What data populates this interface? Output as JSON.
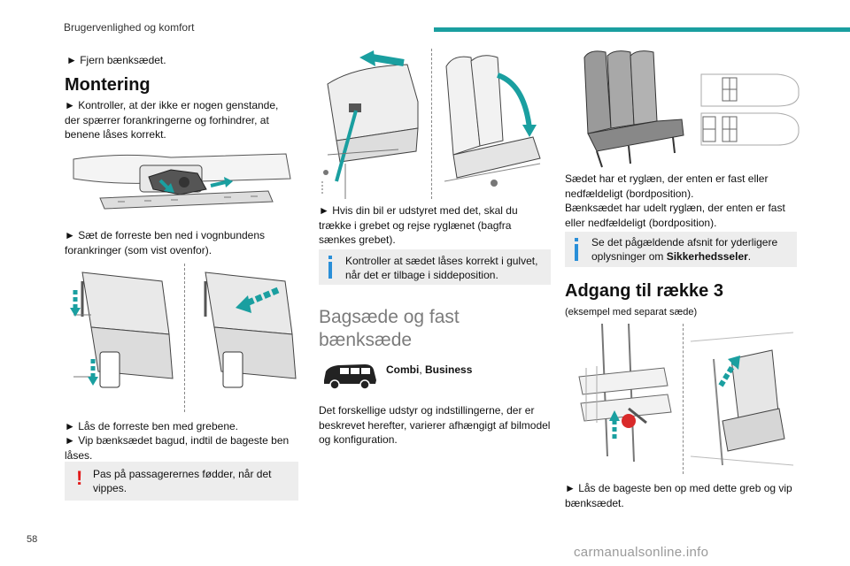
{
  "header": {
    "section": "Brugervenlighed og komfort",
    "accent_color": "#1a9fa0"
  },
  "col1": {
    "remove_step": "► Fjern bænksædet.",
    "heading": "Montering",
    "step1": "► Kontroller, at der ikke er nogen genstande, der spærrer forankringerne og forhindrer, at benene låses korrekt.",
    "step2": "► Sæt de forreste ben ned i vognbundens forankringer (som vist ovenfor).",
    "step3": "► Lås de forreste ben med grebene.",
    "step4": "► Vip bænksædet bagud, indtil de bageste ben låses.",
    "warning": "Pas på passagerernes fødder, når det vippes."
  },
  "col2": {
    "step": "► Hvis din bil er udstyret med det, skal du trække i grebet og rejse ryglænet (bagfra sænkes grebet).",
    "info": "Kontroller at sædet låses korrekt i gulvet, når det er tilbage i siddeposition.",
    "heading": "Bagsæde og fast bænksæde",
    "version_bold": "Combi",
    "version_sep": ", ",
    "version_bold2": "Business",
    "intro": "Det forskellige udstyr og indstillingerne, der er beskrevet herefter, varierer afhængigt af bilmodel og konfiguration."
  },
  "col3": {
    "text1": "Sædet har et ryglæn, der enten er fast eller nedfældeligt (bordposition).",
    "text2": "Bænksædet har udelt ryglæn, der enten er fast eller nedfældeligt (bordposition).",
    "info_pre": "Se det pågældende afsnit for yderligere oplysninger om ",
    "info_bold": "Sikkerhedsseler",
    "info_post": ".",
    "heading": "Adgang til række 3",
    "example": "(eksempel med separat sæde)",
    "step": "► Lås de bageste ben op med dette greb og vip bænksædet."
  },
  "footer": {
    "page_number": "58",
    "watermark": "carmanualsonline.info"
  },
  "colors": {
    "warning": "#e21a1a",
    "info": "#2a8fd8",
    "arrow": "#1a9fa0",
    "note_bg": "#ededed"
  }
}
